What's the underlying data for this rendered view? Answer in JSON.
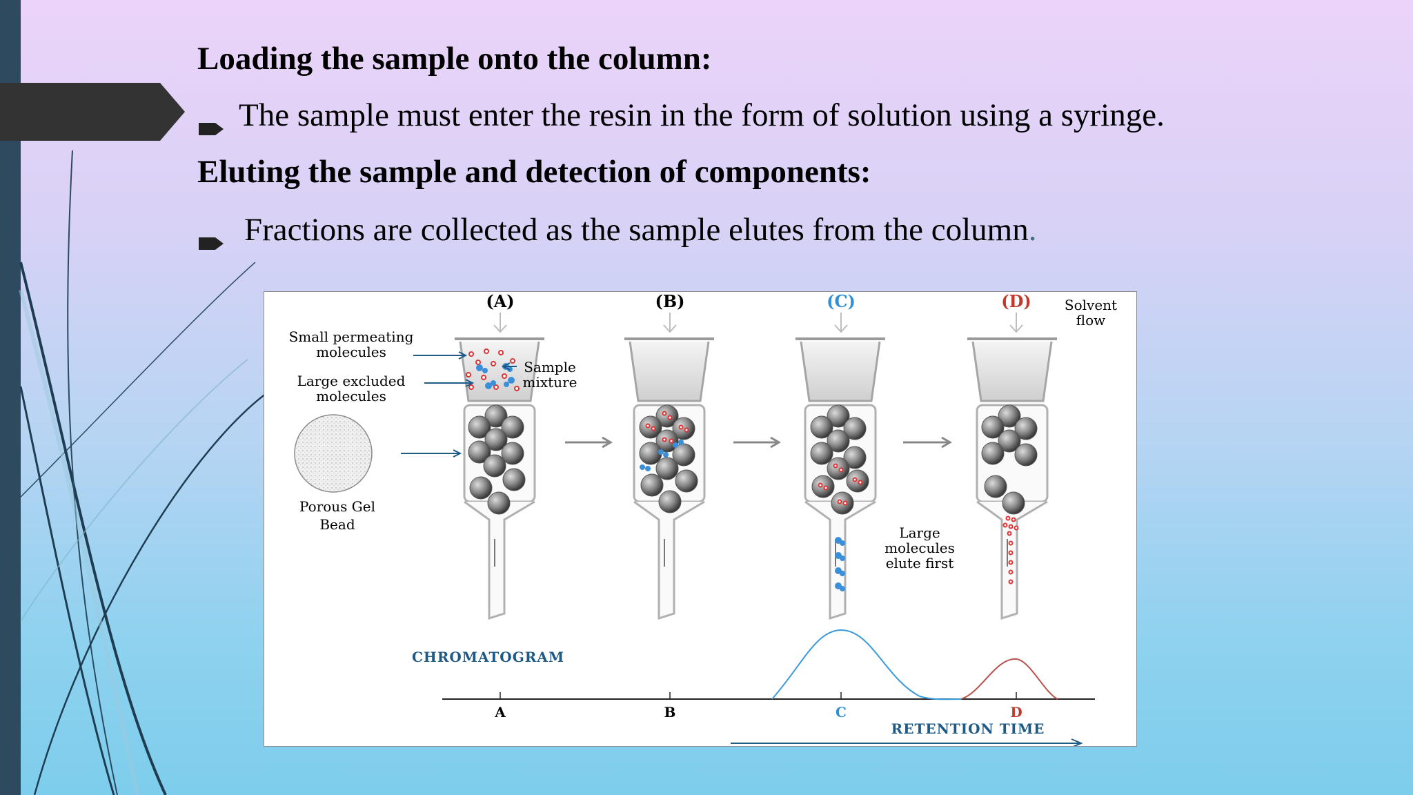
{
  "slide": {
    "heading1": "Loading the sample onto the column:",
    "bullet1": "The sample must enter the resin in the form of solution using a syringe.",
    "heading2": "Eluting the sample and detection of components:",
    "bullet2": "Fractions are collected as the sample elutes from the column",
    "bullet2_period": ".",
    "bullet_icon": "arrow-bullet-icon"
  },
  "figure": {
    "columns": [
      {
        "label": "(A)",
        "color": "#555555"
      },
      {
        "label": "(B)",
        "color": "#555555"
      },
      {
        "label": "(C)",
        "color": "#2e8fd6"
      },
      {
        "label": "(D)",
        "color": "#c0392b"
      }
    ],
    "solvent_flow": [
      "Solvent",
      "flow"
    ],
    "small_molecules": [
      "Small permeating",
      "molecules"
    ],
    "large_molecules": [
      "Large excluded",
      "molecules"
    ],
    "sample_mixture": [
      "Sample",
      "mixture"
    ],
    "gel_bead": [
      "Porous Gel",
      "Bead"
    ],
    "large_elute_first": [
      "Large",
      "molecules",
      "elute first"
    ],
    "chromatogram": {
      "title": "CHROMATOGRAM",
      "ticks": [
        {
          "label": "A",
          "color": "#000000"
        },
        {
          "label": "B",
          "color": "#000000"
        },
        {
          "label": "C",
          "color": "#2e8fd6"
        },
        {
          "label": "D",
          "color": "#c0392b"
        }
      ],
      "axis_label": "RETENTION TIME"
    }
  }
}
